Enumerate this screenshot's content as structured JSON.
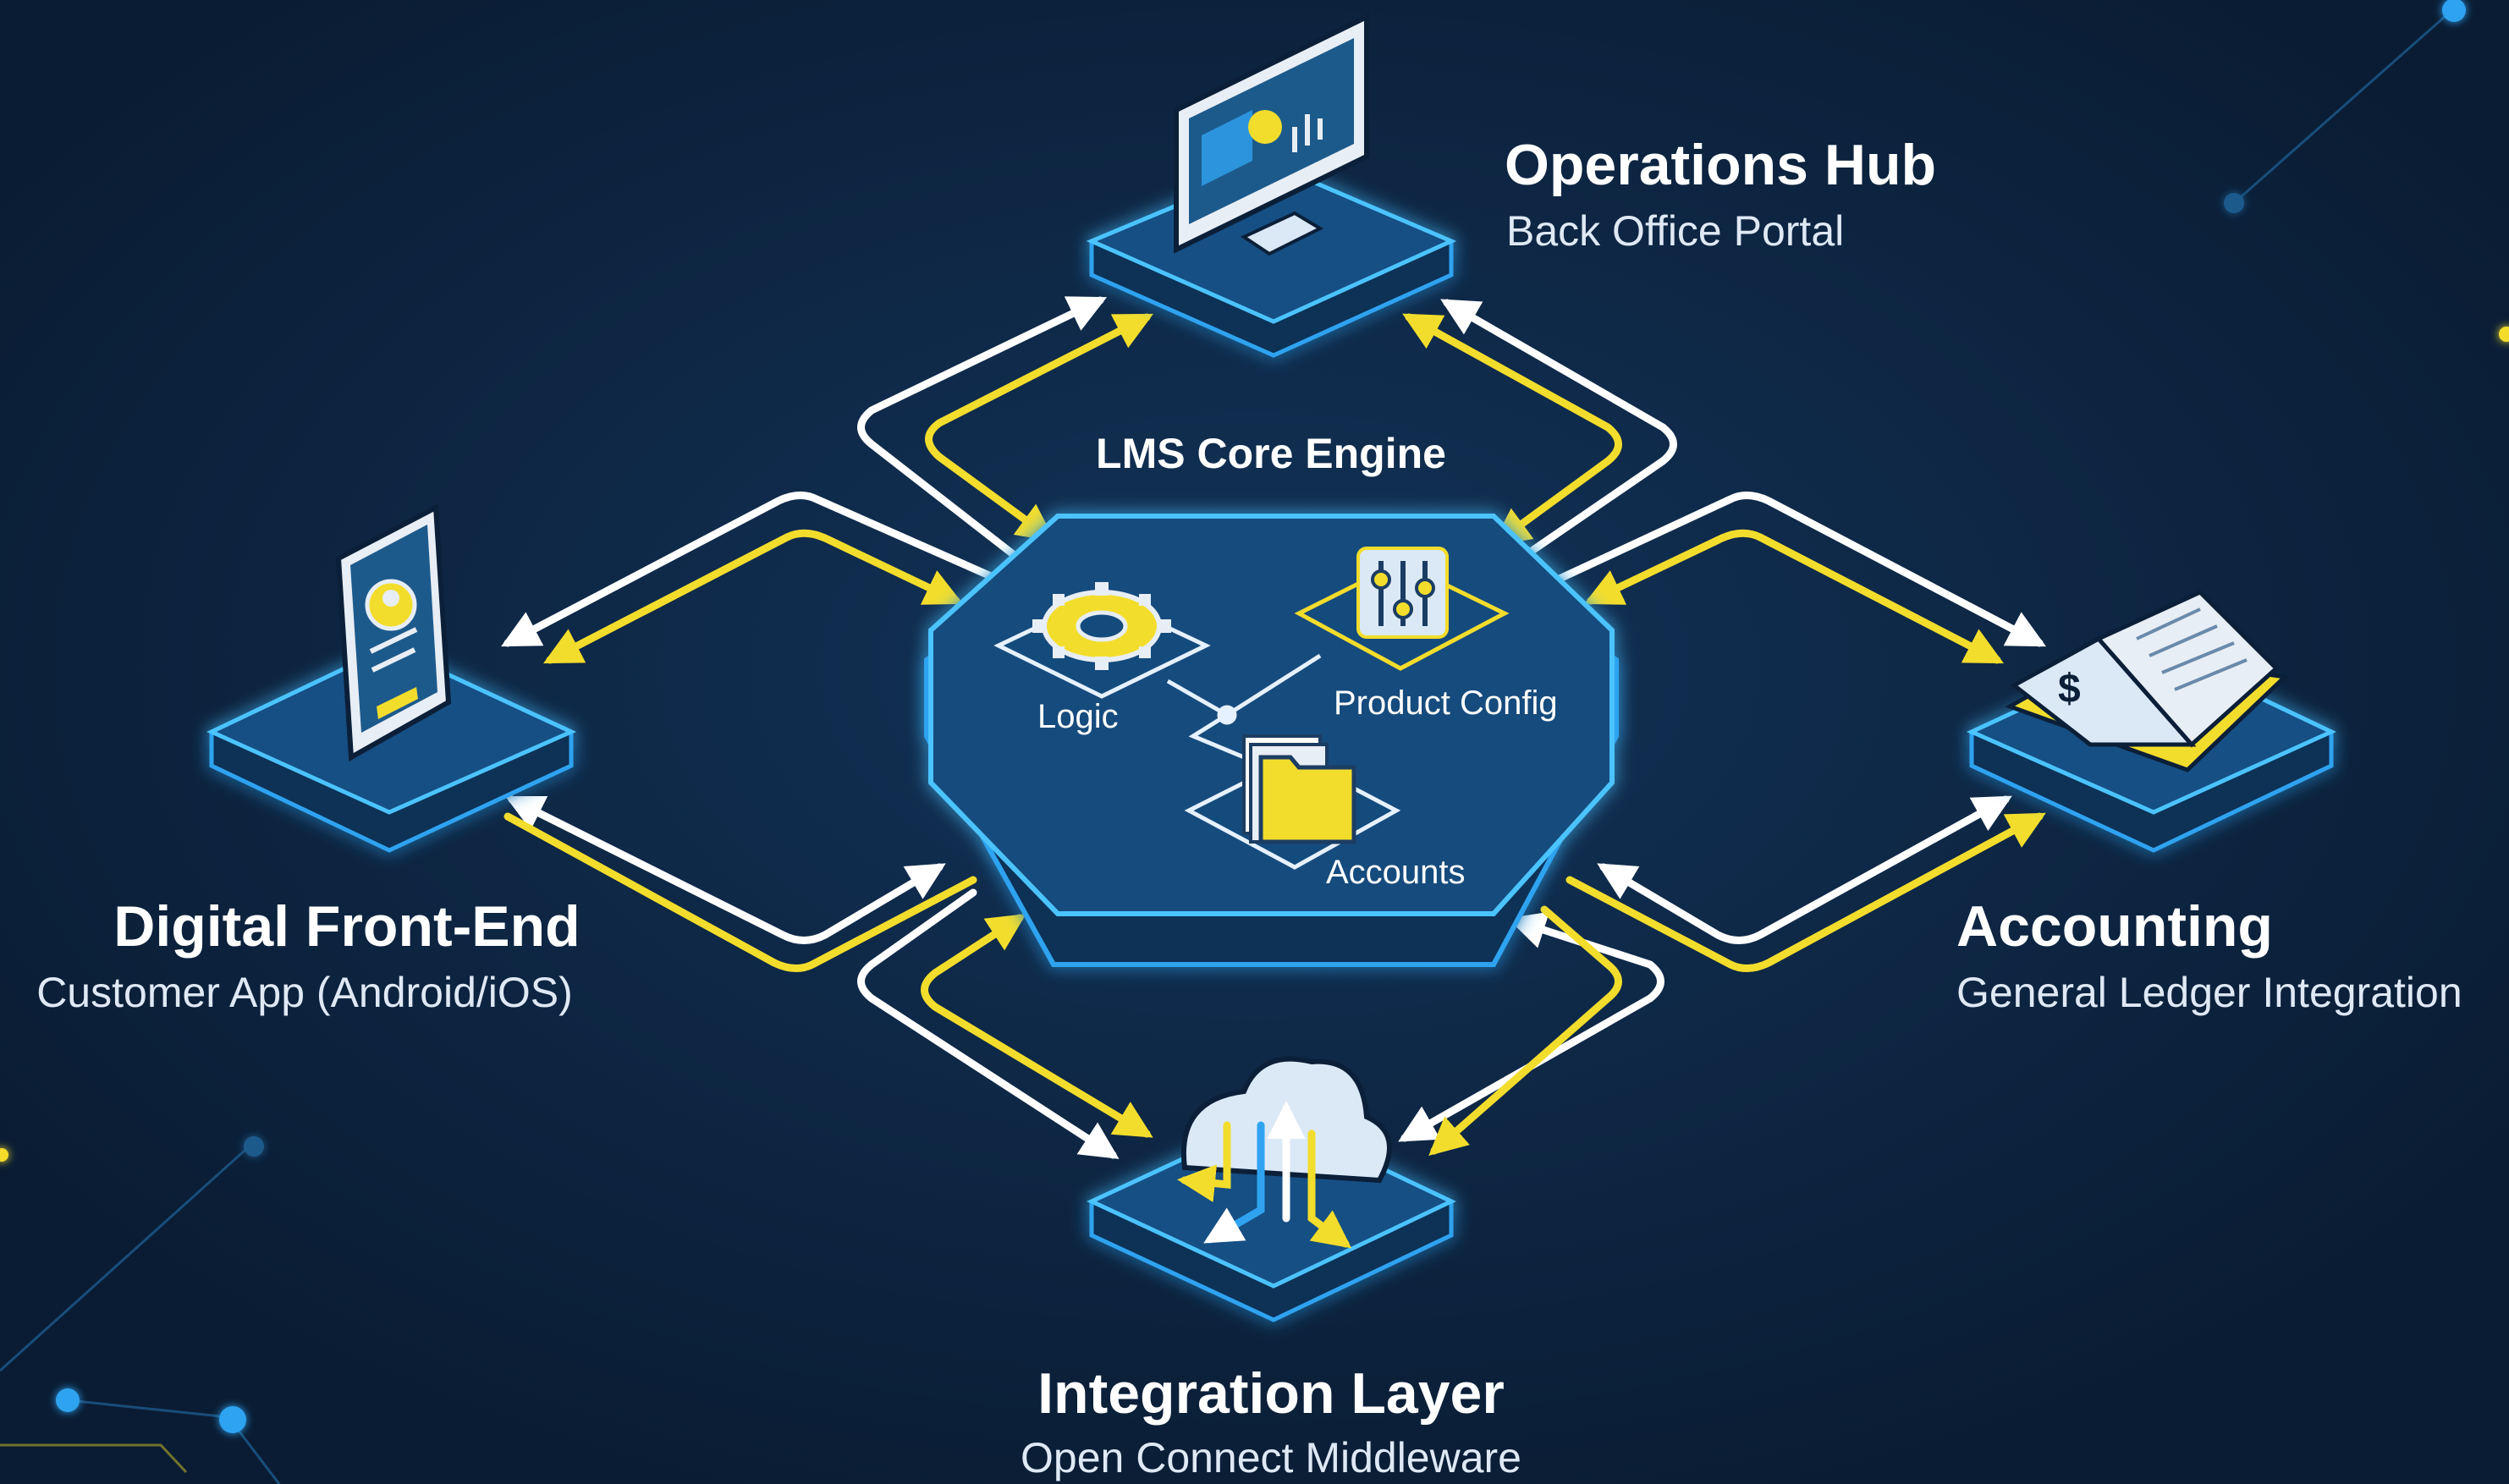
{
  "palette": {
    "background": "#0b1f38",
    "accent_blue": "#2fa3f0",
    "accent_yellow": "#f3dd2c",
    "arrow_white": "#ffffff",
    "platform_fill": "#133a63"
  },
  "core": {
    "title": "LMS Core Engine",
    "modules": [
      {
        "label": "Logic",
        "icon": "gear-icon"
      },
      {
        "label": "Product Config",
        "icon": "sliders-icon"
      },
      {
        "label": "Accounts",
        "icon": "folder-icon"
      }
    ]
  },
  "nodes": {
    "operations_hub": {
      "title": "Operations Hub",
      "subtitle": "Back Office Portal",
      "icon": "monitor-icon"
    },
    "digital_front_end": {
      "title": "Digital Front-End",
      "subtitle": "Customer App (Android/iOS)",
      "icon": "smartphone-icon"
    },
    "accounting": {
      "title": "Accounting",
      "subtitle": "General Ledger Integration",
      "icon": "ledger-book-icon"
    },
    "integration_layer": {
      "title": "Integration Layer",
      "subtitle": "Open Connect Middleware",
      "icon": "cloud-sync-icon"
    }
  }
}
